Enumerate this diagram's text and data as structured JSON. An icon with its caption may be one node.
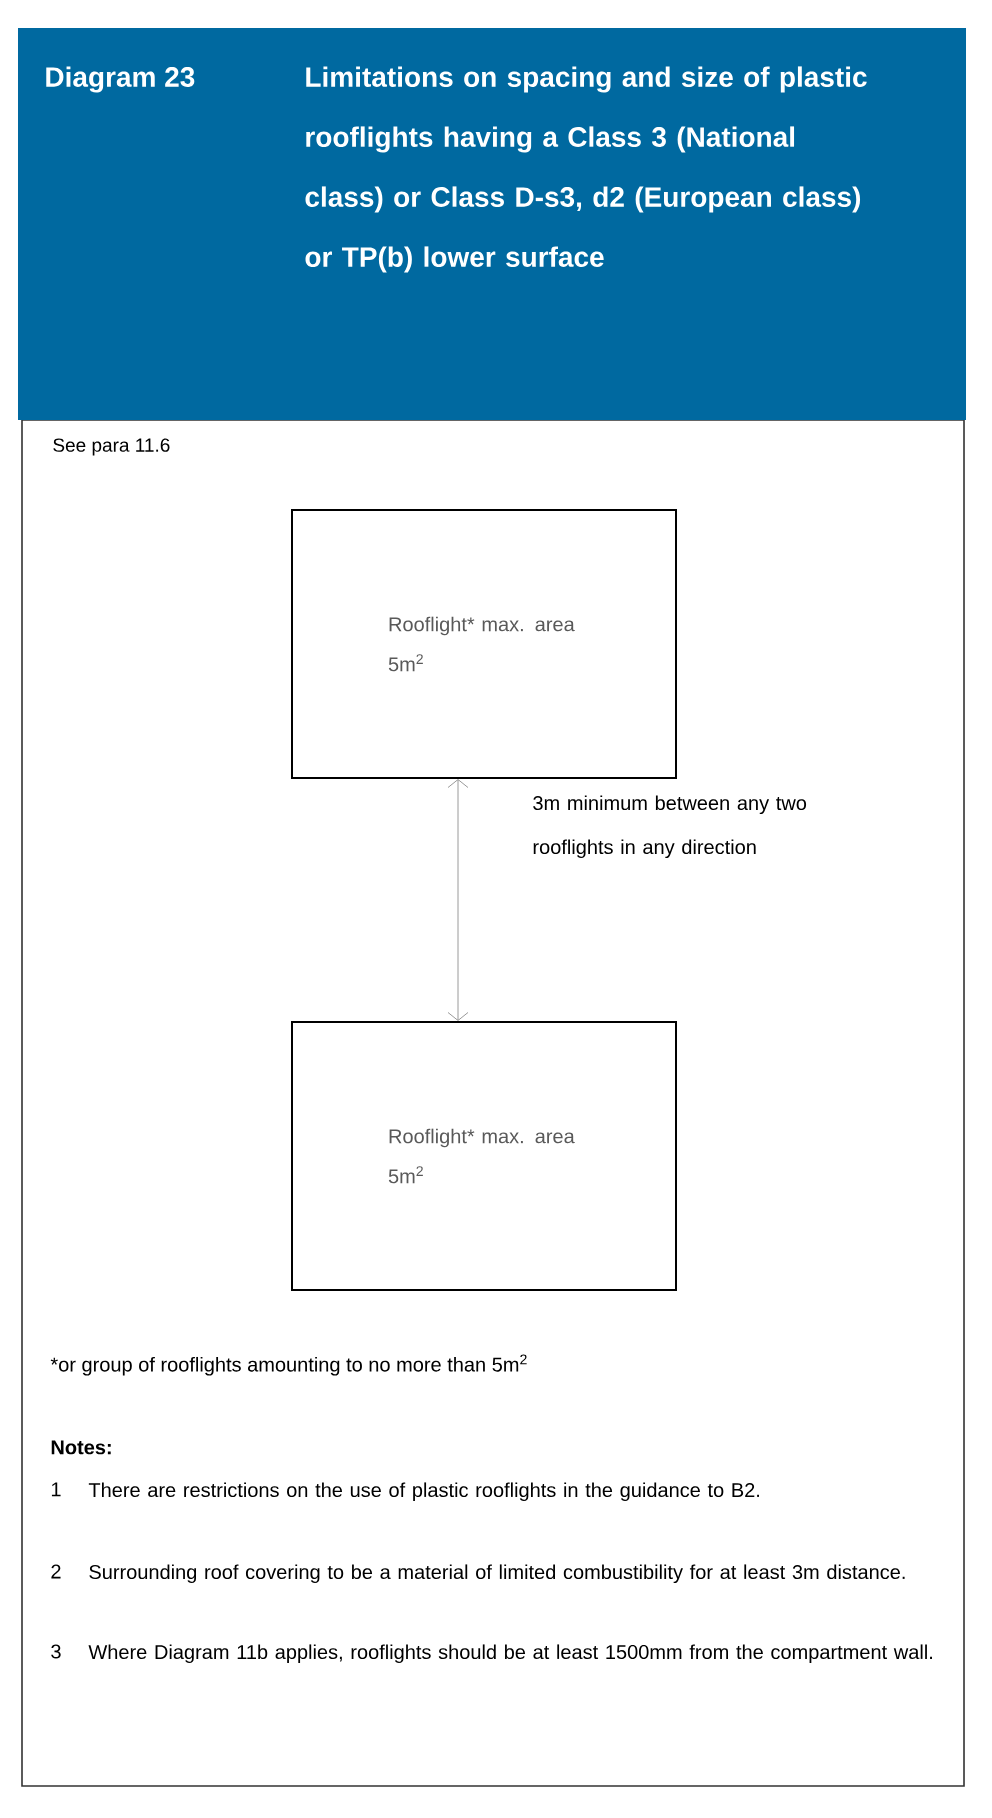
{
  "diagram": {
    "title": "Limitations on spacing and size of plastic rooflights having a Class 3 (National class) or Class D-s3, d2 (European class) or TP(b) lower surface",
    "nodes": [
      {
        "text": [
          "Rooflight* max. area 5m$^{2}$"
        ]
      },
      {
        "text": [
          "Rooflight* max. area 5m$^{2}$"
        ]
      }
    ],
    "edges": [
      {
        "from": 0,
        "to": 1,
        "arrow": "both",
        "label": "3m minimum between any two rooflights in any direction"
      }
    ],
    "labels": [
      "Diagram 23",
      "See para 11.6",
      "*or group of rooflights amounting to no more than 5m$^{2}$",
      "Notes:",
      "1",
      "There are restrictions on the use of plastic rooflights in the guidance to B2.",
      "2",
      "Surrounding roof covering to be a material of limited combustibility for at least 3m distance.",
      "3",
      "Where Diagram 11b applies, rooflights should be at least 1500mm from the compartment wall."
    ]
  }
}
